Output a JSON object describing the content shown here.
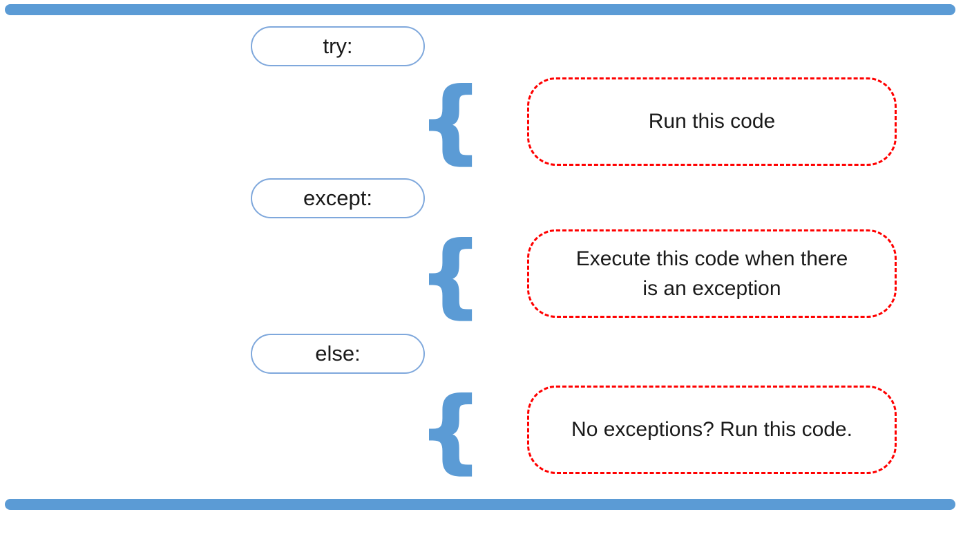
{
  "colors": {
    "blue": "#5B9BD5",
    "light_blue_border": "#7FA8DC",
    "red": "#FF0000",
    "text": "#1a1a1a",
    "bg": "#ffffff"
  },
  "diagram": {
    "brace_glyph": "{",
    "rows": [
      {
        "keyword": "try:",
        "description": "Run this code"
      },
      {
        "keyword": "except:",
        "description": "Execute this code when there is an exception"
      },
      {
        "keyword": "else:",
        "description": "No exceptions? Run this code."
      }
    ]
  }
}
